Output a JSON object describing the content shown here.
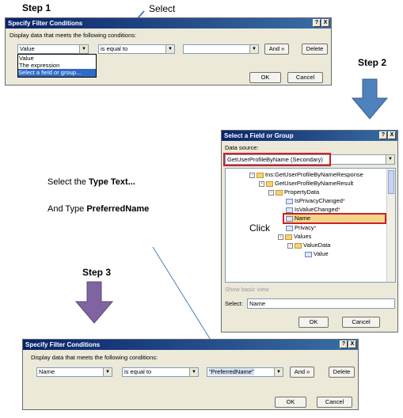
{
  "annotations": {
    "step1": "Step 1",
    "step2": "Step 2",
    "step3": "Step 3",
    "select": "Select",
    "click": "Click",
    "instr1_pre": "Select the ",
    "instr1_bold": "Type Text...",
    "instr2_pre": "And Type ",
    "instr2_bold": "PreferredName"
  },
  "dialog1": {
    "title": "Specify Filter Conditions",
    "help": "?",
    "close": "X",
    "caption": "Display data that meets the following conditions:",
    "field_value": "Value",
    "operator_value": "is equal to",
    "value_value": "",
    "and_label": "And »",
    "delete_label": "Delete",
    "dropdown_items": [
      "Value",
      "The expression",
      "Select a field or group..."
    ],
    "ok_label": "OK",
    "cancel_label": "Cancel"
  },
  "dialog2": {
    "title": "Select a Field or Group",
    "help": "?",
    "close": "X",
    "datasource_label": "Data source:",
    "datasource_value": "GetUserProfileByName (Secondary)",
    "tree": [
      {
        "label": "tns:GetUserProfileByNameResponse",
        "icon": "folder",
        "exp": "-",
        "star": ""
      },
      {
        "label": "GetUserProfileByNameResult",
        "icon": "folder",
        "exp": "-",
        "star": ""
      },
      {
        "label": "PropertyData",
        "icon": "folder",
        "exp": "-",
        "star": ""
      },
      {
        "label": "IsPrivacyChanged",
        "icon": "field",
        "exp": "",
        "star": "*"
      },
      {
        "label": "IsValueChanged",
        "icon": "field",
        "exp": "",
        "star": "*"
      },
      {
        "label": "Name",
        "icon": "field",
        "exp": "",
        "star": ""
      },
      {
        "label": "Privacy",
        "icon": "field",
        "exp": "",
        "star": "*"
      },
      {
        "label": "Values",
        "icon": "folder",
        "exp": "-",
        "star": ""
      },
      {
        "label": "ValueData",
        "icon": "folder",
        "exp": "-",
        "star": ""
      },
      {
        "label": "Value",
        "icon": "field",
        "exp": "",
        "star": ""
      }
    ],
    "show_basic_view": "Show basic view",
    "select_label": "Select:",
    "select_value": "Name",
    "ok_label": "OK",
    "cancel_label": "Cancel"
  },
  "dialog3": {
    "title": "Specify Filter Conditions",
    "help": "?",
    "close": "X",
    "caption": "Display data that meets the following conditions:",
    "field_value": "Name",
    "operator_value": "is equal to",
    "value_value": "\"PreferredName\"",
    "and_label": "And »",
    "delete_label": "Delete",
    "ok_label": "OK",
    "cancel_label": "Cancel"
  },
  "colors": {
    "arrow_blue": "#4f81bd",
    "arrow_purple": "#8064a2",
    "highlight_red": "#cc2222",
    "pointer_line": "#4a7ebb"
  }
}
